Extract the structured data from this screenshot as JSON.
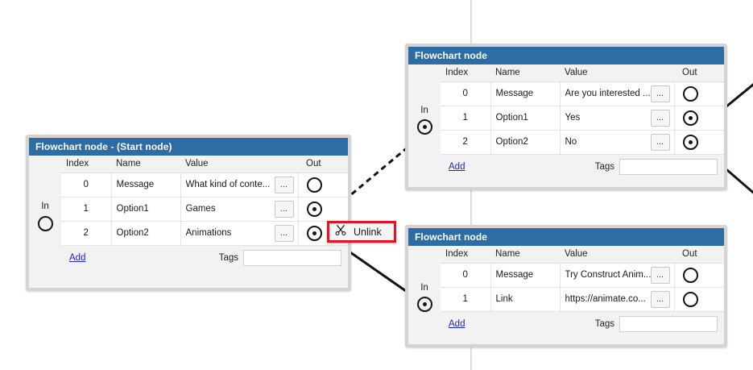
{
  "canvas": {
    "background_color": "#ffffff",
    "gridline_color": "#dcdcdc",
    "accent_header_color": "#2e6da4",
    "link_color": "#2222cc",
    "highlight_border_color": "#e81123"
  },
  "columns": {
    "index": "Index",
    "name": "Name",
    "value": "Value",
    "out": "Out"
  },
  "common": {
    "in_label": "In",
    "add_label": "Add",
    "tags_label": "Tags",
    "tags_value": "",
    "ellipsis_button": "...",
    "ellipsis_icon_name": "ellipsis-button"
  },
  "nodes": [
    {
      "id": "start-node",
      "title": "Flowchart node - (Start node)",
      "in_port": {
        "connected": false
      },
      "rows": [
        {
          "index": "0",
          "name": "Message",
          "value": "What kind of conte...",
          "out_connected": false
        },
        {
          "index": "1",
          "name": "Option1",
          "value": "Games",
          "out_connected": true
        },
        {
          "index": "2",
          "name": "Option2",
          "value": "Animations",
          "out_connected": true
        }
      ]
    },
    {
      "id": "question-node",
      "title": "Flowchart node",
      "in_port": {
        "connected": true
      },
      "rows": [
        {
          "index": "0",
          "name": "Message",
          "value": "Are you interested ...",
          "out_connected": false
        },
        {
          "index": "1",
          "name": "Option1",
          "value": "Yes",
          "out_connected": true
        },
        {
          "index": "2",
          "name": "Option2",
          "value": "No",
          "out_connected": true
        }
      ]
    },
    {
      "id": "link-node",
      "title": "Flowchart node",
      "in_port": {
        "connected": true
      },
      "rows": [
        {
          "index": "0",
          "name": "Message",
          "value": "Try Construct Anim...",
          "out_connected": false
        },
        {
          "index": "1",
          "name": "Link",
          "value": "https://animate.co...",
          "out_connected": false
        }
      ]
    }
  ],
  "context_menu": {
    "label": "Unlink",
    "icon": "scissors-icon",
    "icon_glyph": "✂"
  }
}
